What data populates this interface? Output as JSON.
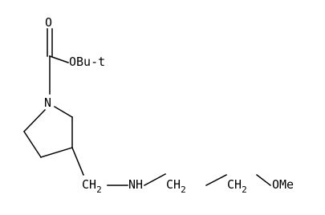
{
  "molecule": {
    "atoms": {
      "carbonyl_oxygen": "O",
      "ester_group": "OBu-t",
      "ring_nitrogen": "N",
      "methylene_1": "CH",
      "methylene_1_sub": "2",
      "amine": "NH",
      "methylene_2": "CH",
      "methylene_2_sub": "2",
      "methylene_3": "CH",
      "methylene_3_sub": "2",
      "methoxy": "OMe"
    },
    "colors": {
      "ink": "#000000",
      "background": "#ffffff"
    }
  }
}
